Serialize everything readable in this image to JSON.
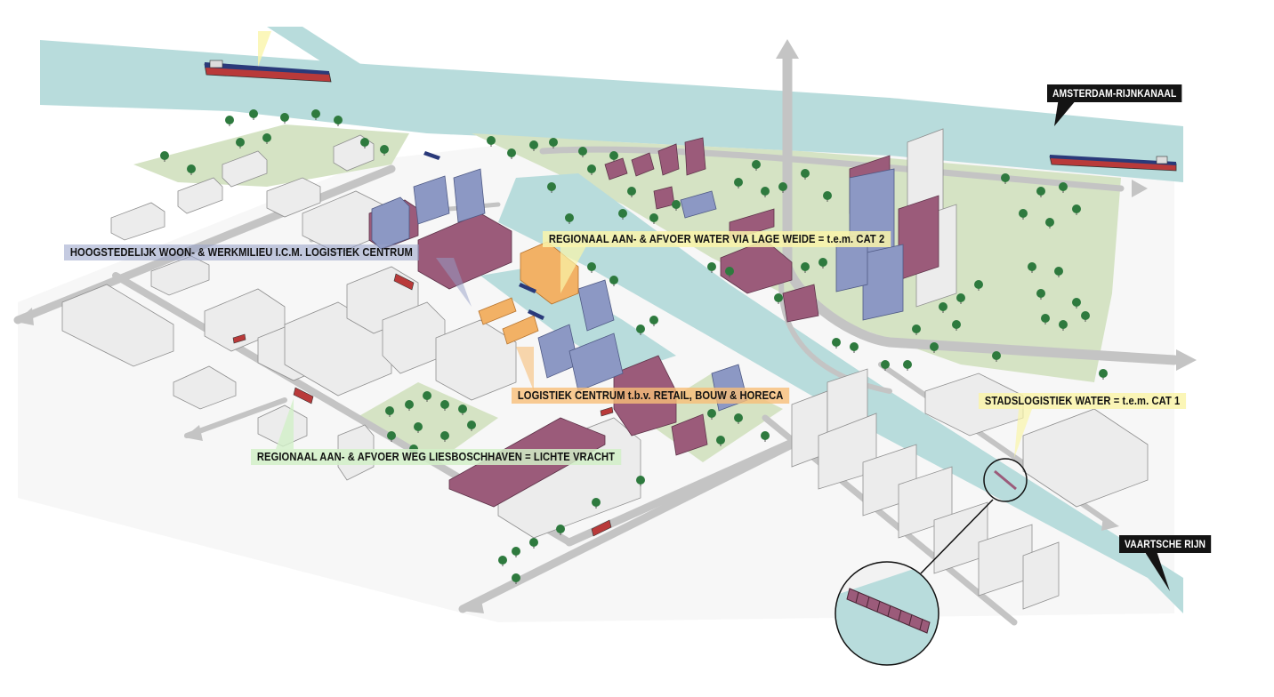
{
  "labels": {
    "amsterdam_rijnkanaal": "AMSTERDAM-RIJNKANAAL",
    "vaartsche_rijn": "VAARTSCHE RIJN",
    "hoogstedelijk": "HOOGSTEDELIJK WOON- & WERKMILIEU I.C.M. LOGISTIEK CENTRUM",
    "regionaal_water": "REGIONAAL AAN- & AFVOER WATER VIA LAGE WEIDE = t.e.m. CAT 2",
    "logistiek_centrum": "LOGISTIEK CENTRUM t.b.v. RETAIL, BOUW & HORECA",
    "stadslogistiek_water": "STADSLOGISTIEK WATER = t.e.m. CAT 1",
    "regionaal_weg": "REGIONAAL AAN- & AFVOER WEG LIESBOSCHHAVEN = LICHTE VRACHT"
  },
  "colors": {
    "water": "#b8dcdc",
    "green_area": "#d5e3c4",
    "road": "#c4c4c4",
    "building_grey": "#e8e8e8",
    "building_purple": "#9b5b7a",
    "building_blue": "#8c98c4",
    "building_orange": "#f2b165",
    "tree": "#2e7a3e",
    "label_dark": "#141414"
  },
  "icons": [
    "barge-icon",
    "truck-icon",
    "tree-icon",
    "arrow-icon",
    "magnifier-icon",
    "pointer-icon"
  ]
}
